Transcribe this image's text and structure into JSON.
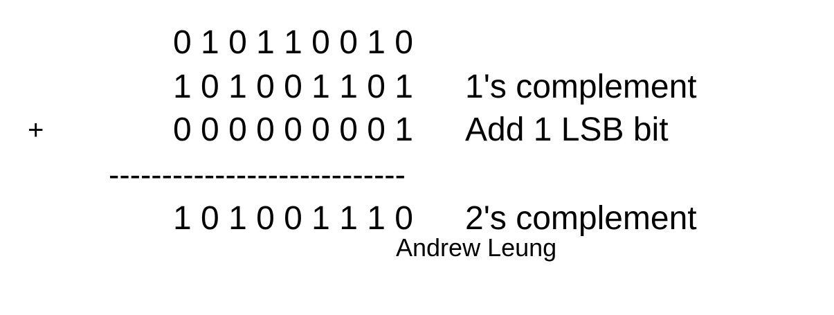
{
  "rows": [
    {
      "sign": "",
      "bits": "0 1 0 1 1 0 0 1 0",
      "label": ""
    },
    {
      "sign": "",
      "bits": "1 0 1 0 0 1 1 0 1",
      "label": "1's complement"
    },
    {
      "sign": "+",
      "bits": "0 0 0 0 0 0 0 0 1",
      "label": "Add 1 LSB bit"
    },
    {
      "sign": "",
      "bits": "1 0 1 0 0 1 1 1 0",
      "label": "2's complement"
    }
  ],
  "divider": "----------------------------",
  "author": "Andrew Leung"
}
